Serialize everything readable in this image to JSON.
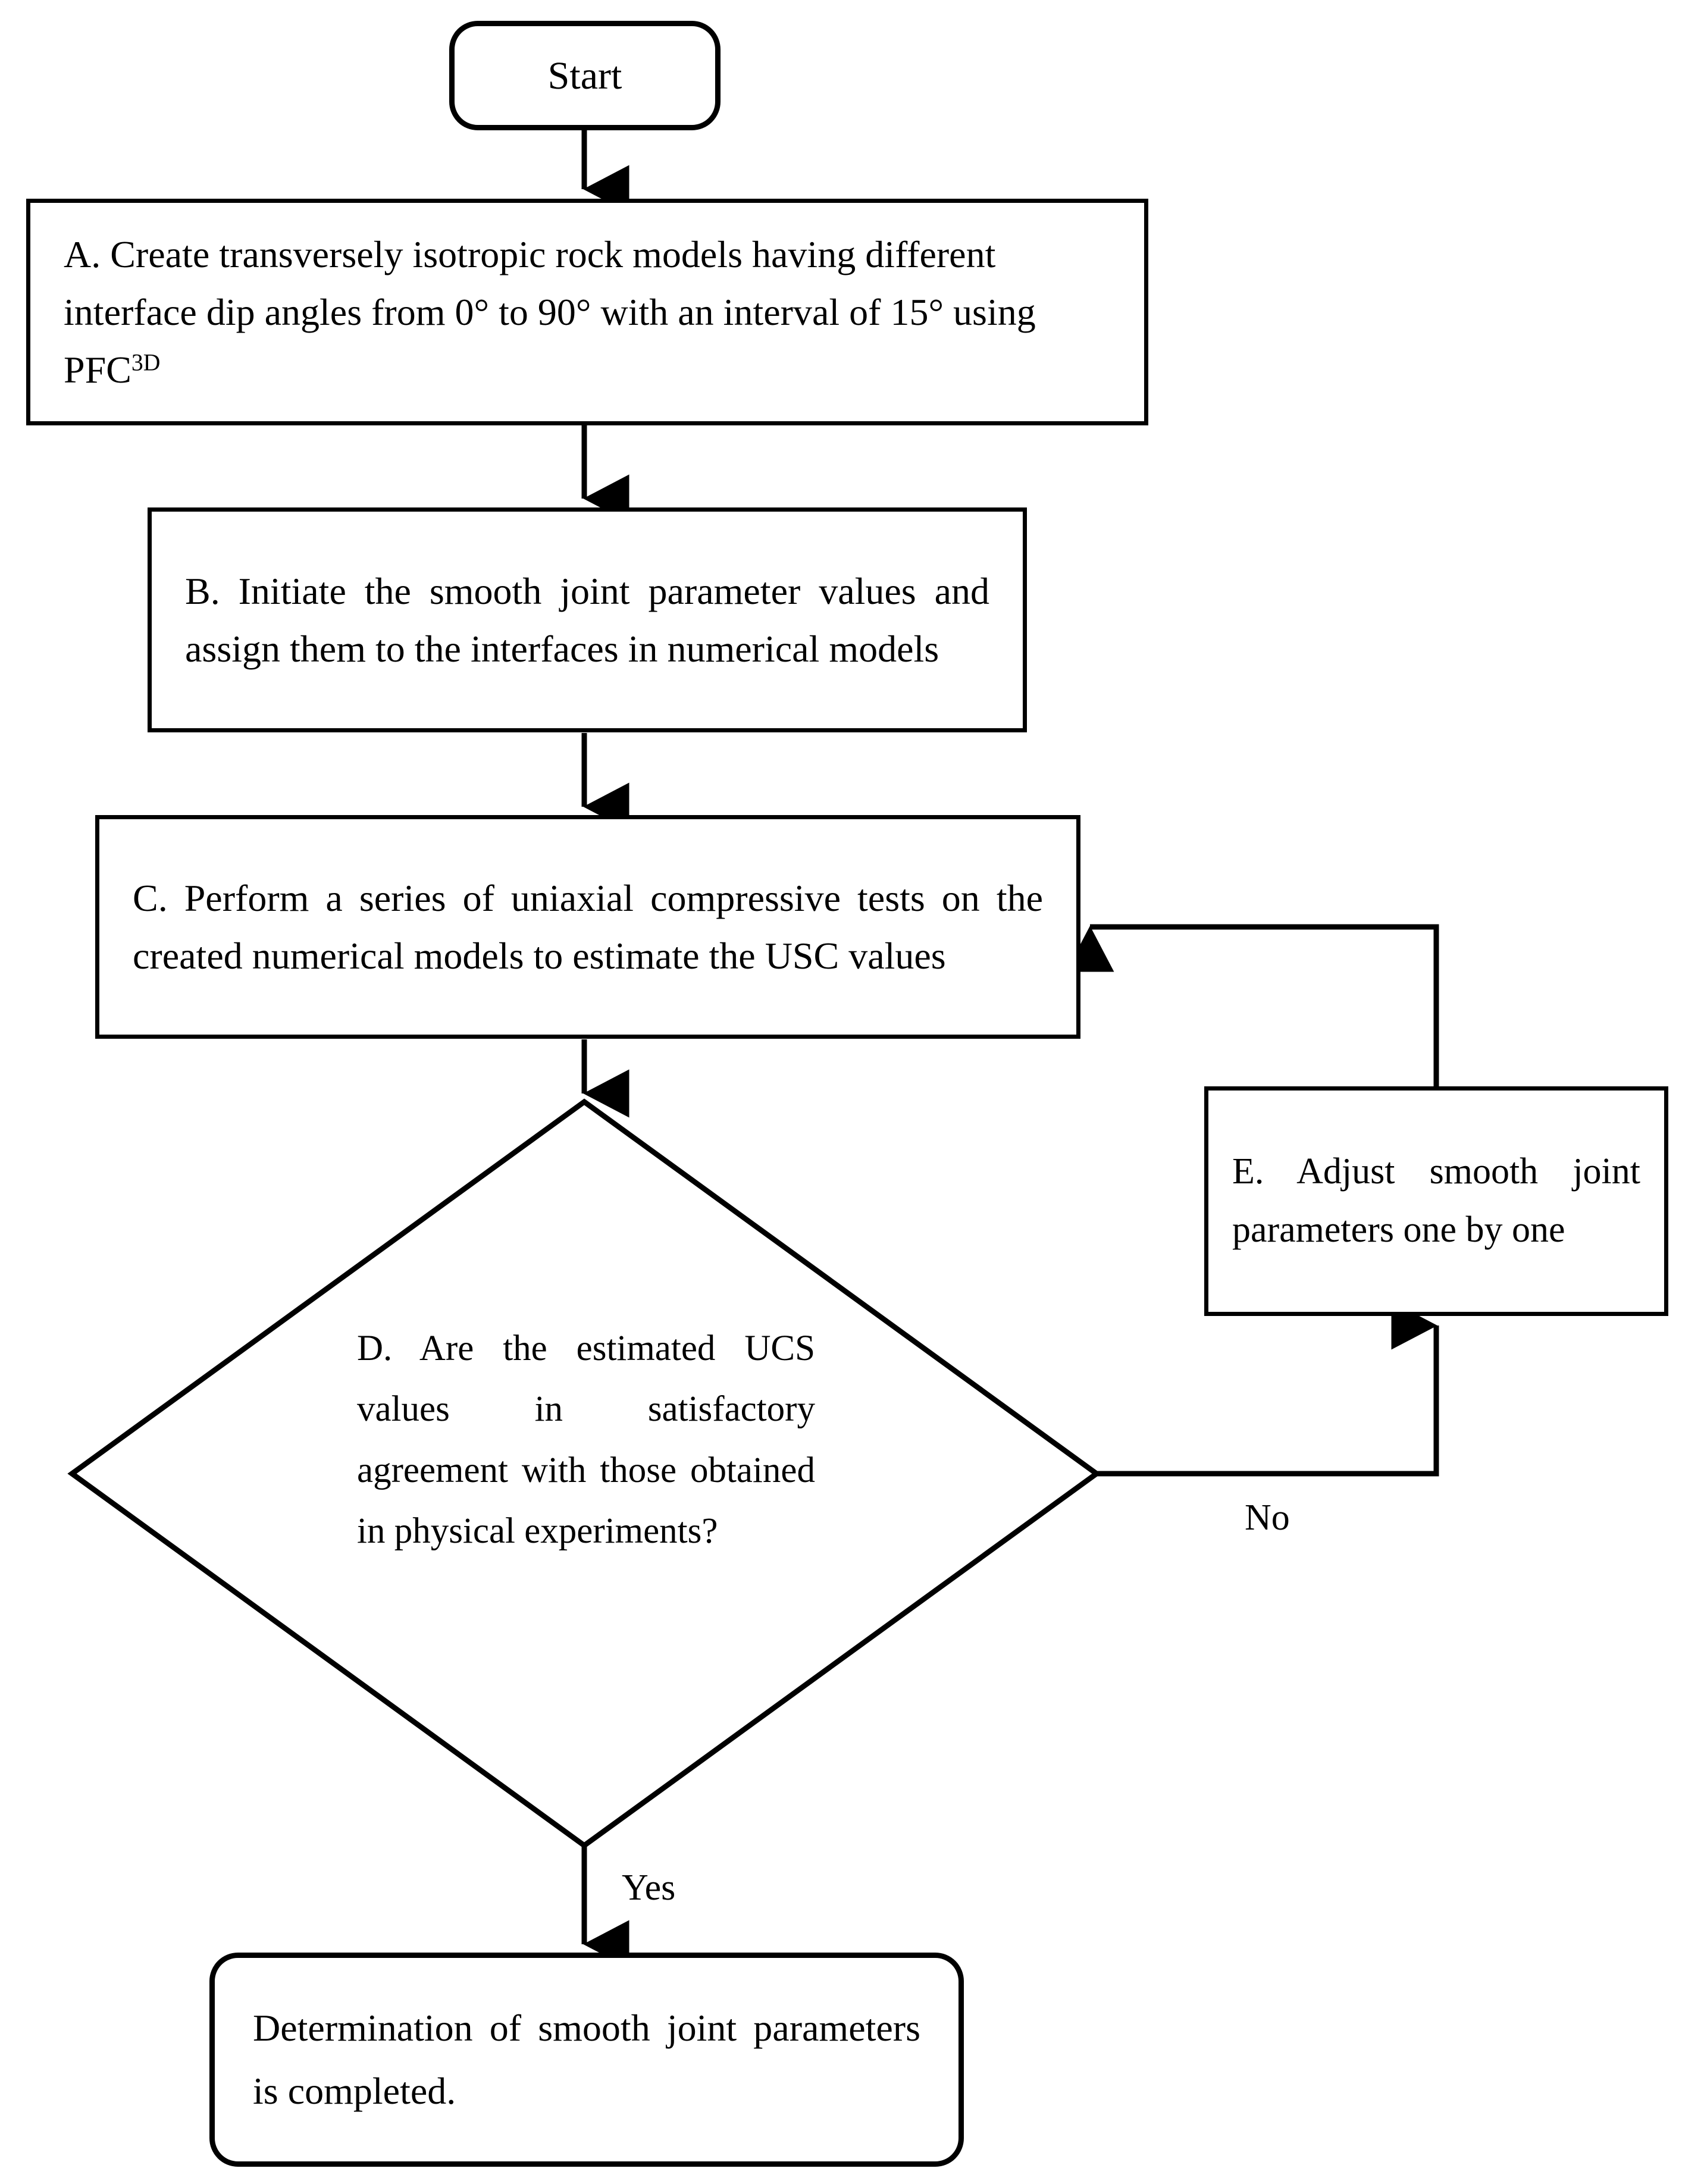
{
  "diagram": {
    "type": "flowchart",
    "title": "Smooth joint parameter calibration flowchart",
    "orientation": "top-to-bottom",
    "line_color": "#000000",
    "fill_color": "#ffffff",
    "text_color": "#000000"
  },
  "nodes": {
    "start": {
      "id": "Start",
      "shape": "terminator",
      "text": "Start"
    },
    "a": {
      "id": "A",
      "shape": "process",
      "text_prefix": "A. Create transversely isotropic rock models having different interface dip angles from 0° to 90° with an interval of 15° using PFC",
      "text_superscript": "3D",
      "text_full": "A. Create transversely isotropic rock models having different interface dip angles from 0° to 90° with an interval of 15° using PFC3D"
    },
    "b": {
      "id": "B",
      "shape": "process",
      "text": "B. Initiate the smooth joint parameter values and assign them to the interfaces in numerical models"
    },
    "c": {
      "id": "C",
      "shape": "process",
      "text": "C. Perform a series of uniaxial compressive tests on the created numerical models to estimate the USC values"
    },
    "d": {
      "id": "D",
      "shape": "decision",
      "text": "D. Are the estimated UCS values in satisfactory agreement with those obtained in physical experiments?"
    },
    "e": {
      "id": "E",
      "shape": "process",
      "text": "E. Adjust smooth joint parameters one by one"
    },
    "end": {
      "id": "End",
      "shape": "terminator",
      "text": "Determination of smooth joint parameters is completed."
    }
  },
  "edges": [
    {
      "from": "Start",
      "to": "A",
      "label": ""
    },
    {
      "from": "A",
      "to": "B",
      "label": ""
    },
    {
      "from": "B",
      "to": "C",
      "label": ""
    },
    {
      "from": "C",
      "to": "D",
      "label": ""
    },
    {
      "from": "D",
      "to": "End",
      "label": "Yes"
    },
    {
      "from": "D",
      "to": "E",
      "label": "No"
    },
    {
      "from": "E",
      "to": "C",
      "label": ""
    }
  ],
  "edge_labels": {
    "yes": "Yes",
    "no": "No"
  }
}
